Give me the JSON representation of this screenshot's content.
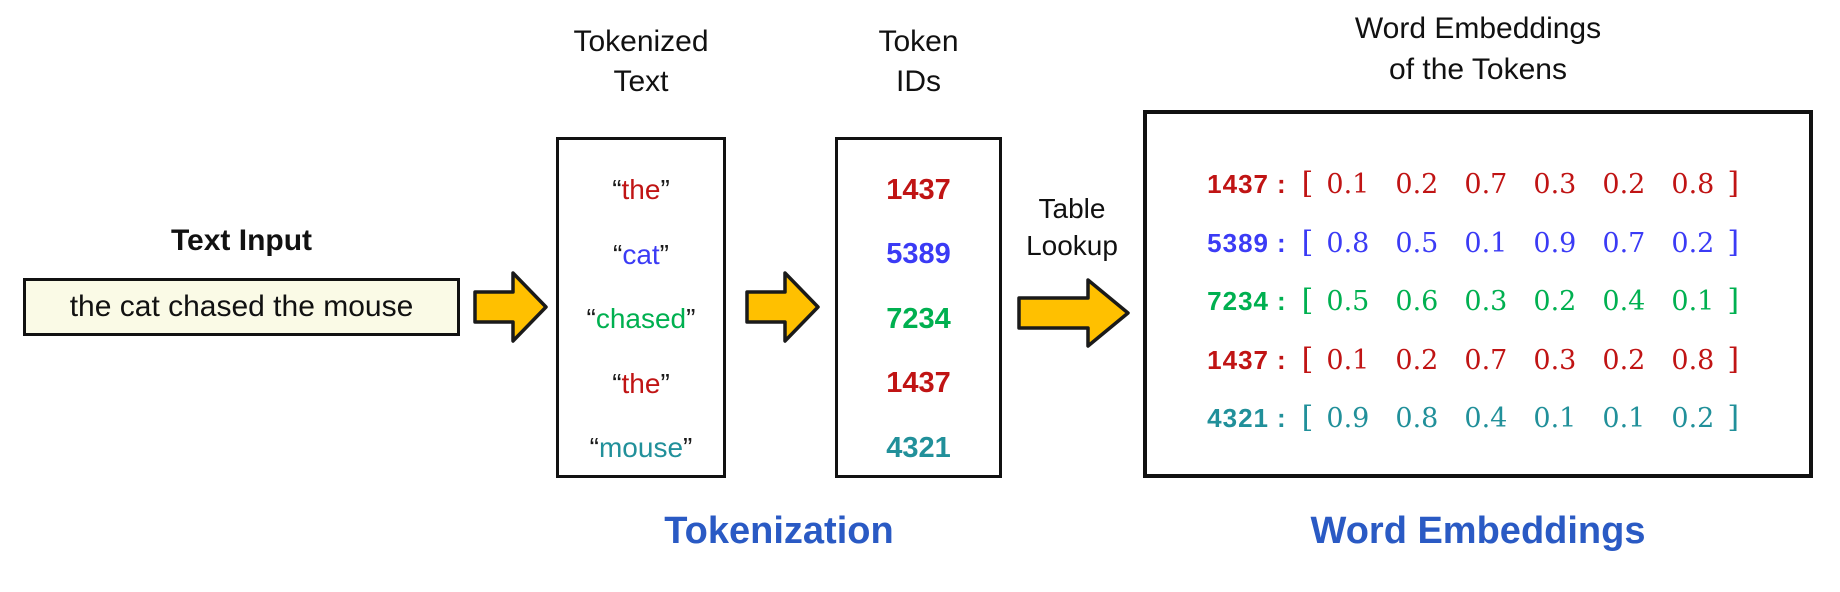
{
  "ui": {
    "open_quote": "“",
    "close_quote": "”",
    "colon": ":",
    "open_bracket": "[",
    "close_bracket": "]"
  },
  "colors": {
    "red": "#c01414",
    "blue": "#3b3bf5",
    "green": "#00b050",
    "teal": "#21909a",
    "arrow_fill": "#ffc000",
    "caption_blue": "#2a5ac4",
    "input_box_bg": "#fafae6"
  },
  "input": {
    "label": "Text Input",
    "value": "the cat chased the mouse"
  },
  "tokenization": {
    "header_line1": "Tokenized",
    "header_line2": "Text",
    "tokens": [
      {
        "text": "the",
        "color": "#c01414"
      },
      {
        "text": "cat",
        "color": "#3b3bf5"
      },
      {
        "text": "chased",
        "color": "#00b050"
      },
      {
        "text": "the",
        "color": "#c01414"
      },
      {
        "text": "mouse",
        "color": "#21909a"
      }
    ],
    "caption": "Tokenization"
  },
  "token_ids": {
    "header_line1": "Token",
    "header_line2": "IDs",
    "ids": [
      {
        "text": "1437",
        "color": "#c01414"
      },
      {
        "text": "5389",
        "color": "#3b3bf5"
      },
      {
        "text": "7234",
        "color": "#00b050"
      },
      {
        "text": "1437",
        "color": "#c01414"
      },
      {
        "text": "4321",
        "color": "#21909a"
      }
    ]
  },
  "table_lookup": {
    "line1": "Table",
    "line2": "Lookup"
  },
  "embeddings": {
    "header_line1": "Word Embeddings",
    "header_line2": "of the Tokens",
    "rows": [
      {
        "id": "1437",
        "color": "#c01414",
        "values": [
          "0.1",
          "0.2",
          "0.7",
          "0.3",
          "0.2",
          "0.8"
        ]
      },
      {
        "id": "5389",
        "color": "#3b3bf5",
        "values": [
          "0.8",
          "0.5",
          "0.1",
          "0.9",
          "0.7",
          "0.2"
        ]
      },
      {
        "id": "7234",
        "color": "#00b050",
        "values": [
          "0.5",
          "0.6",
          "0.3",
          "0.2",
          "0.4",
          "0.1"
        ]
      },
      {
        "id": "1437",
        "color": "#c01414",
        "values": [
          "0.1",
          "0.2",
          "0.7",
          "0.3",
          "0.2",
          "0.8"
        ]
      },
      {
        "id": "4321",
        "color": "#21909a",
        "values": [
          "0.9",
          "0.8",
          "0.4",
          "0.1",
          "0.1",
          "0.2"
        ]
      }
    ],
    "caption": "Word Embeddings"
  }
}
